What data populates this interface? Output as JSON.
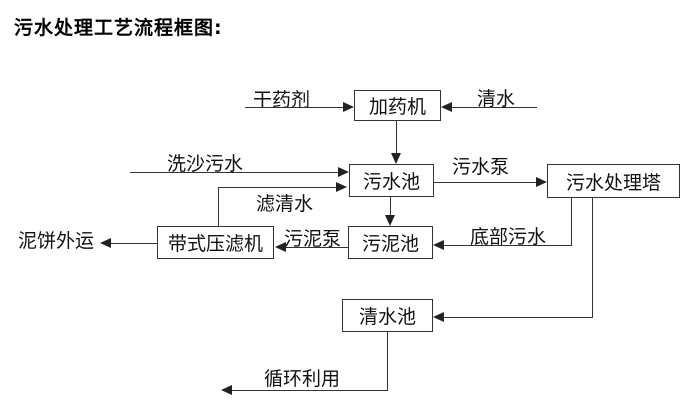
{
  "title": "污水处理工艺流程框图:",
  "diagram": {
    "type": "flowchart",
    "boxes": {
      "dosing_machine": "加药机",
      "sewage_pool": "污水池",
      "treatment_tower": "污水处理塔",
      "belt_filter_press": "带式压滤机",
      "sludge_pool": "污泥池",
      "clear_water_pool": "清水池"
    },
    "flow_labels": {
      "dry_chemical": "干药剂",
      "clear_water": "清水",
      "sand_washing_sewage": "洗沙污水",
      "sewage_pump": "污水泵",
      "filtered_water": "滤清水",
      "sludge_pump": "污泥泵",
      "bottom_sewage": "底部污水",
      "mud_cake_out": "泥饼外运",
      "recycle": "循环利用"
    },
    "edges": [
      {
        "from": "干药剂",
        "to": "加药机"
      },
      {
        "from": "清水",
        "to": "加药机"
      },
      {
        "from": "加药机",
        "to": "污水池"
      },
      {
        "from": "洗沙污水",
        "to": "污水池"
      },
      {
        "from": "带式压滤机",
        "to": "污水池",
        "label": "滤清水"
      },
      {
        "from": "污水池",
        "to": "污水处理塔",
        "label": "污水泵"
      },
      {
        "from": "污水池",
        "to": "污泥池"
      },
      {
        "from": "污泥池",
        "to": "带式压滤机",
        "label": "污泥泵"
      },
      {
        "from": "污水处理塔",
        "to": "污泥池",
        "label": "底部污水"
      },
      {
        "from": "污水处理塔",
        "to": "清水池"
      },
      {
        "from": "带式压滤机",
        "to": "泥饼外运"
      },
      {
        "from": "清水池",
        "to": "循环利用"
      }
    ]
  },
  "colors": {
    "background": "#ffffff",
    "line": "#333333",
    "box_border": "#333333",
    "text": "#000000"
  }
}
